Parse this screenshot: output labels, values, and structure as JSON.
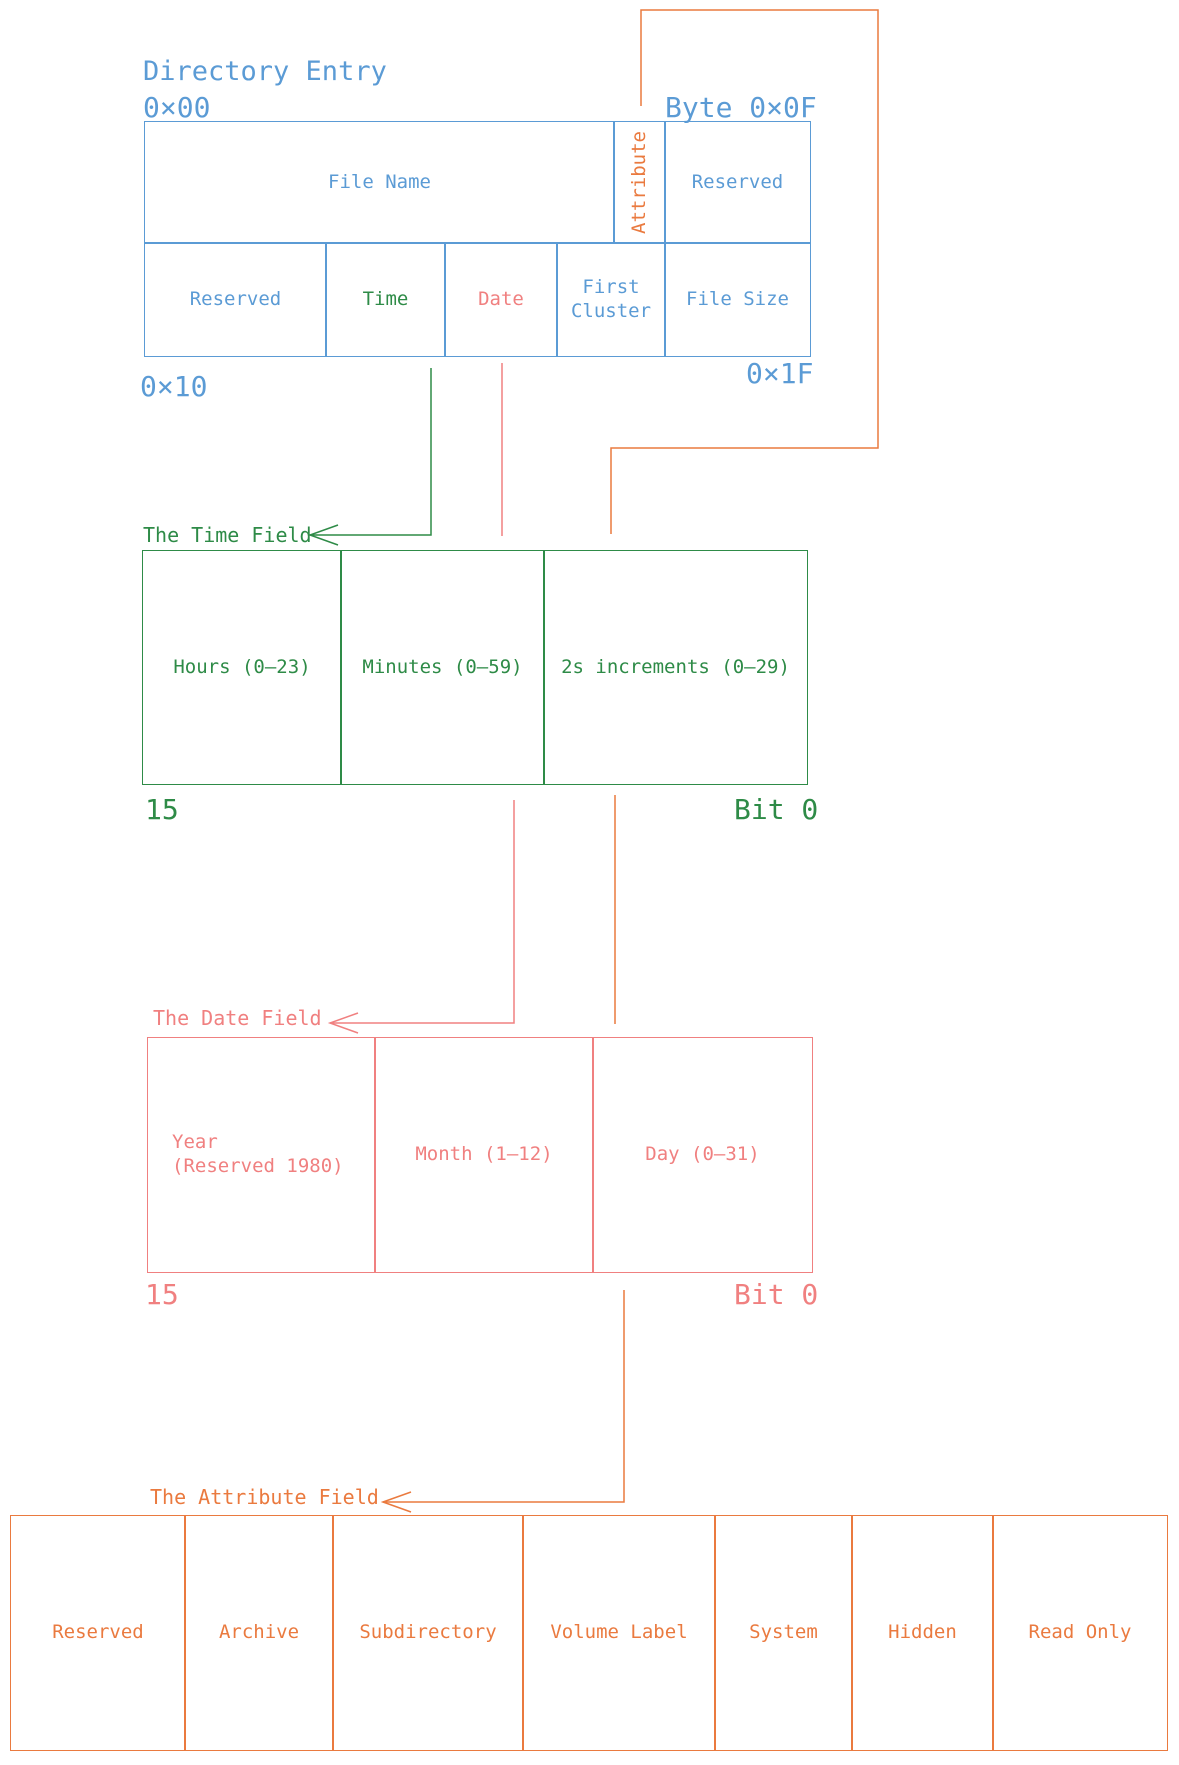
{
  "colors": {
    "directory": "#5b9bd5",
    "time": "#2e8b47",
    "date": "#f08080",
    "attribute": "#ea7a3f"
  },
  "directory_entry": {
    "title": "Directory Entry",
    "offset_start": "0×00",
    "offset_row1_end": "Byte 0×0F",
    "offset_row2_start": "0×10",
    "offset_end": "0×1F",
    "row1": {
      "file_name": "File Name",
      "attribute": "Attribute",
      "reserved": "Reserved"
    },
    "row2": {
      "reserved": "Reserved",
      "time": "Time",
      "date": "Date",
      "first_cluster": "First\nCluster",
      "file_size": "File Size"
    }
  },
  "time_field": {
    "title": "The Time Field",
    "cells": [
      "Hours (0–23)",
      "Minutes (0–59)",
      "2s increments (0–29)"
    ],
    "bit_high": "15",
    "bit_low": "Bit 0"
  },
  "date_field": {
    "title": "The Date Field",
    "cells": [
      "Year\n(Reserved 1980)",
      "Month (1–12)",
      "Day (0–31)"
    ],
    "bit_high": "15",
    "bit_low": "Bit 0"
  },
  "attribute_field": {
    "title": "The Attribute Field",
    "cells": [
      "Reserved",
      "Archive",
      "Subdirectory",
      "Volume Label",
      "System",
      "Hidden",
      "Read Only"
    ]
  }
}
